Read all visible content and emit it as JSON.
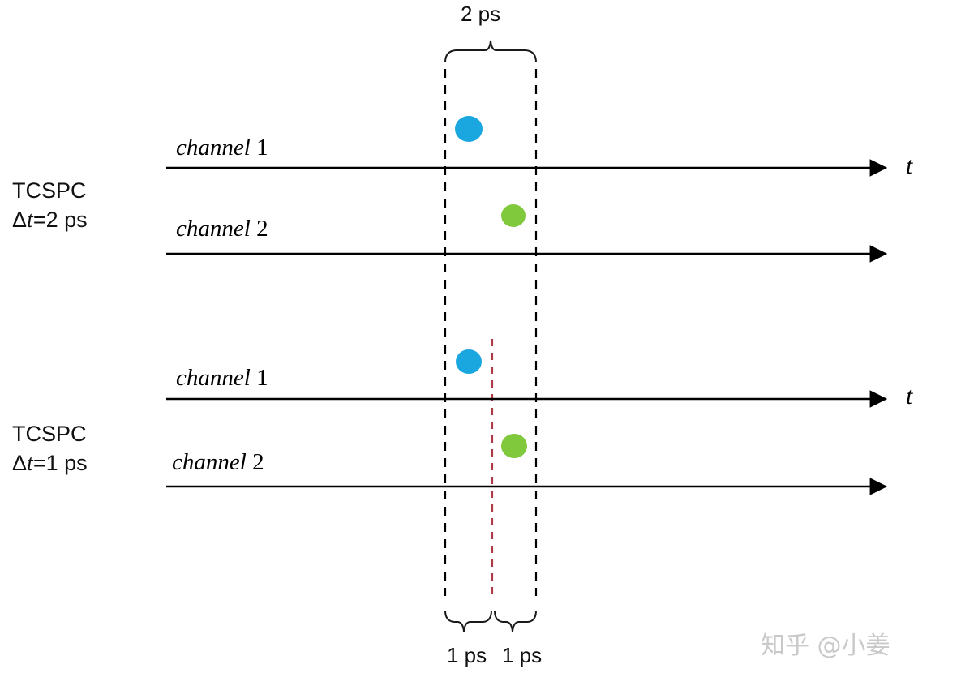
{
  "figure": {
    "title_watermark": "知乎 @小姜",
    "colors": {
      "channel1_dot": "#1aa7e0",
      "channel2_dot": "#80c83c",
      "axis_line": "#000000",
      "gate_dashed": "#000000",
      "split_dashed": "#b03a48",
      "watermark": "#c9c9c9"
    }
  },
  "blocks": [
    {
      "id": "tcspc-2ps",
      "name_label": "TCSPC",
      "resolution_label_prefix": "Δ",
      "resolution_label_var": "t",
      "resolution_label_suffix": "=2 ps",
      "resolution_value": 2,
      "resolution_unit": "ps",
      "channels": [
        {
          "label_word": "channel",
          "label_num": "1",
          "axis_var": "t",
          "dot_color": "#1aa7e0",
          "dot_time_ps": 0.5
        },
        {
          "label_word": "channel",
          "label_num": "2",
          "axis_var": "",
          "dot_color": "#80c83c",
          "dot_time_ps": 1.5
        }
      ]
    },
    {
      "id": "tcspc-1ps",
      "name_label": "TCSPC",
      "resolution_label_prefix": "Δ",
      "resolution_label_var": "t",
      "resolution_label_suffix": "=1 ps",
      "resolution_value": 1,
      "resolution_unit": "ps",
      "channels": [
        {
          "label_word": "channel",
          "label_num": "1",
          "axis_var": "t",
          "dot_color": "#1aa7e0",
          "dot_time_ps": 0.5
        },
        {
          "label_word": "channel",
          "label_num": "2",
          "axis_var": "",
          "dot_color": "#80c83c",
          "dot_time_ps": 1.5
        }
      ]
    }
  ],
  "braces": {
    "top": {
      "label": "2 ps",
      "value": 2,
      "unit": "ps"
    },
    "bottom_left": {
      "label": "1 ps",
      "value": 1,
      "unit": "ps"
    },
    "bottom_right": {
      "label": "1 ps",
      "value": 1,
      "unit": "ps"
    }
  },
  "chart_data": {
    "type": "scatter",
    "title": "TCSPC time-bin resolution comparison",
    "xlabel": "t",
    "ylabel": "",
    "grid": false,
    "legend": "none",
    "annotations": [
      "2 ps",
      "1 ps",
      "1 ps",
      "TCSPC Δt=2 ps",
      "TCSPC Δt=1 ps"
    ],
    "series": [
      {
        "name": "TCSPC Δt=2 ps / channel 1",
        "color": "#1aa7e0",
        "x": [
          0.5
        ],
        "y": [
          1
        ]
      },
      {
        "name": "TCSPC Δt=2 ps / channel 2",
        "color": "#80c83c",
        "x": [
          1.5
        ],
        "y": [
          1
        ]
      },
      {
        "name": "TCSPC Δt=1 ps / channel 1",
        "color": "#1aa7e0",
        "x": [
          0.5
        ],
        "y": [
          1
        ]
      },
      {
        "name": "TCSPC Δt=1 ps / channel 2",
        "color": "#80c83c",
        "x": [
          1.5
        ],
        "y": [
          1
        ]
      }
    ],
    "bin_edges_top": [
      0,
      2
    ],
    "bin_edges_bottom": [
      0,
      1,
      2
    ],
    "xlim": [
      0,
      2
    ]
  }
}
